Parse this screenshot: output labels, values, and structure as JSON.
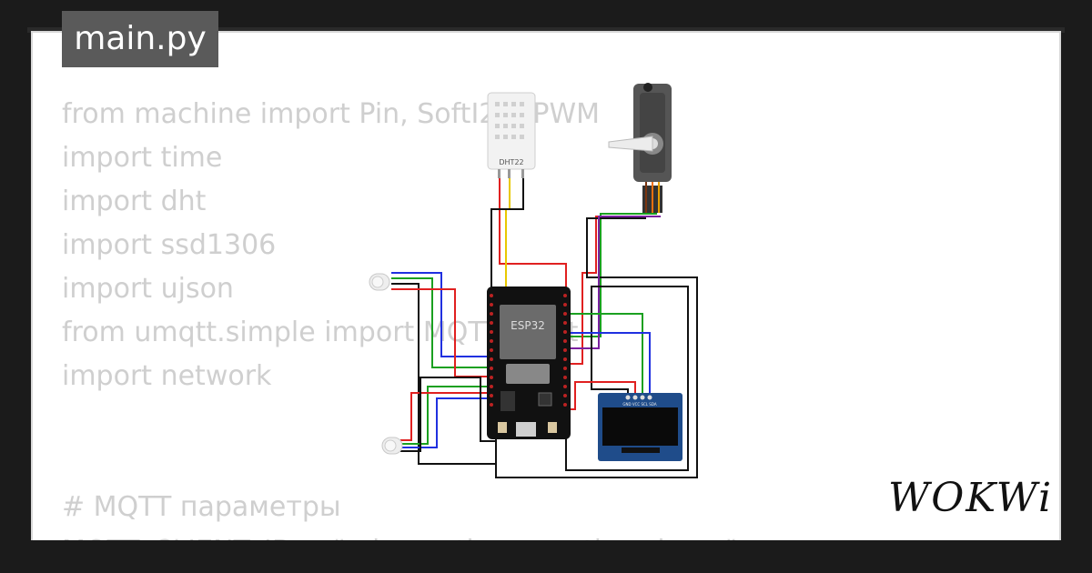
{
  "tab": {
    "filename": "main.py"
  },
  "code_lines": [
    "from machine import Pin, SoftI2C, PWM",
    "import time",
    "import dht",
    "import ssd1306",
    "import ujson",
    "from umqtt.simple import MQTTClient",
    "import network",
    "",
    "",
    "# MQTT параметры",
    "MQTT_CLIENT_ID = \"micropython-weather-demo\""
  ],
  "components": {
    "dht_label": "DHT22",
    "mcu_label": "ESP32",
    "oled_pins": "GND VCC SCL SDA"
  },
  "brand": {
    "logo": "WOKWi"
  },
  "colors": {
    "background": "#1b1b1b",
    "tab": "#5a5a5a",
    "code_text": "#cfcfcf",
    "wire_red": "#e02020",
    "wire_black": "#111111",
    "wire_green": "#1aa020",
    "wire_blue": "#2030e0",
    "wire_purple": "#7a20a0",
    "wire_yellow": "#e8c800",
    "wire_orange": "#f07010"
  }
}
